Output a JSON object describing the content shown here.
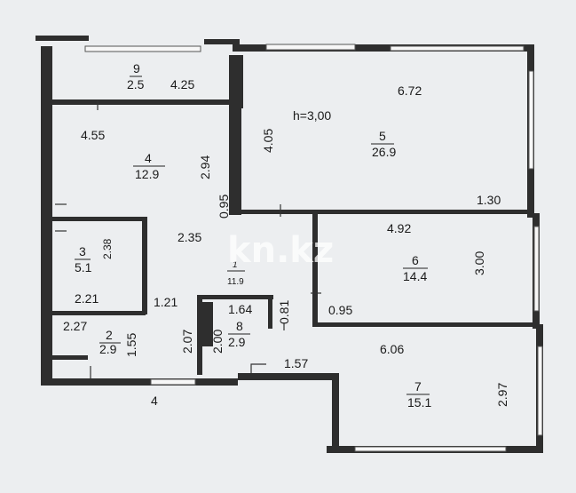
{
  "watermark": "kn.kz",
  "ceiling_height": "h=3,00",
  "rooms": {
    "r9": {
      "number": "9",
      "area": "2.5"
    },
    "r4": {
      "number": "4",
      "area": "12.9"
    },
    "r5": {
      "number": "5",
      "area": "26.9"
    },
    "r3": {
      "number": "3",
      "area": "5.1"
    },
    "r1": {
      "number": "1",
      "area": "11.9"
    },
    "r6": {
      "number": "6",
      "area": "14.4"
    },
    "r2": {
      "number": "2",
      "area": "2.9"
    },
    "r8": {
      "number": "8",
      "area": "2.9"
    },
    "r7": {
      "number": "7",
      "area": "15.1"
    }
  },
  "dimensions": {
    "d_4_25": "4.25",
    "d_6_72": "6.72",
    "d_4_55": "4.55",
    "d_4_05": "4.05",
    "d_2_94": "2.94",
    "d_0_95_a": "0.95",
    "d_1_30": "1.30",
    "d_2_35": "2.35",
    "d_2_38": "2.38",
    "d_4_92": "4.92",
    "d_2_21": "2.21",
    "d_1_21": "1.21",
    "d_1_64": "1.64",
    "d_0_81": "0.81",
    "d_0_95_b": "0.95",
    "d_3_00": "3.00",
    "d_2_27": "2.27",
    "d_1_55": "1.55",
    "d_2_07": "2.07",
    "d_2_00": "2.00",
    "d_6_06": "6.06",
    "d_1_57": "1.57",
    "d_2_97": "2.97",
    "d_4": "4"
  }
}
